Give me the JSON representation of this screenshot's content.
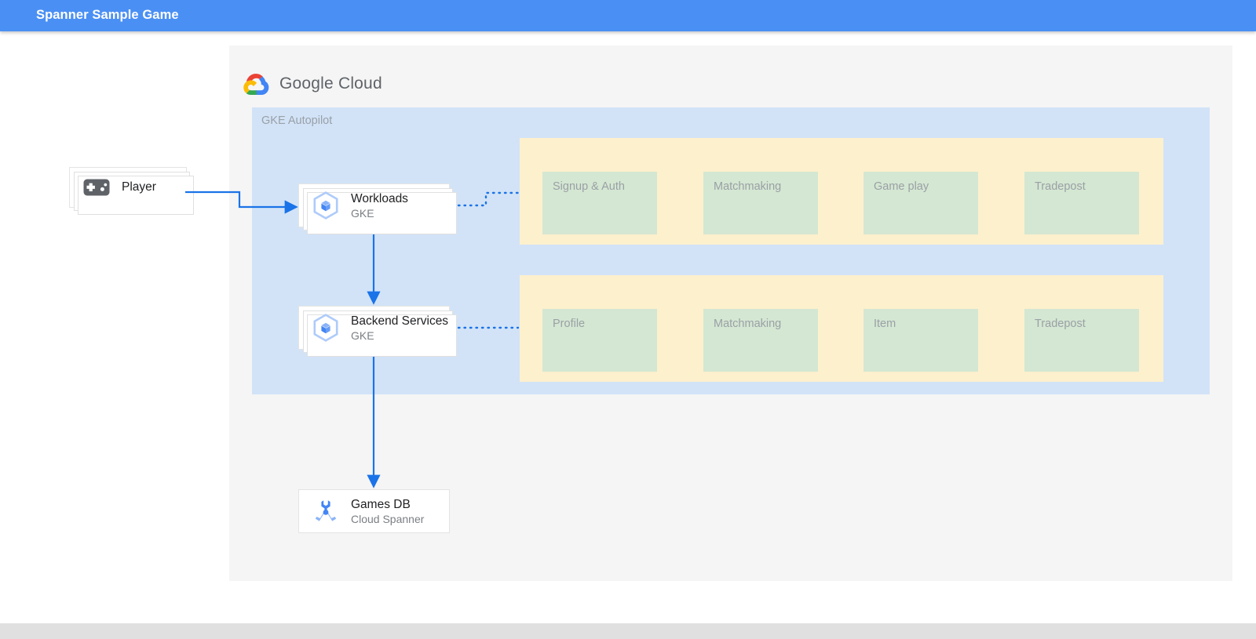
{
  "appbar": {
    "title": "Spanner Sample Game",
    "background_color": "#4a90f4",
    "text_color": "#ffffff"
  },
  "branding": {
    "logo_icon": "google-cloud-logo-icon",
    "logo_text": "Google Cloud"
  },
  "diagram": {
    "canvas_background": "#f5f5f5",
    "platform_group": {
      "label": "GKE Autopilot",
      "background_color": "#d2e3f8",
      "label_color": "#9aa0a6"
    },
    "service_groups": [
      {
        "background_color": "#fdf0cd",
        "services": [
          {
            "label": "Signup & Auth",
            "color": "#d4e7d2"
          },
          {
            "label": "Matchmaking",
            "color": "#d4e7d2"
          },
          {
            "label": "Game play",
            "color": "#d4e7d2"
          },
          {
            "label": "Tradepost",
            "color": "#d4e7d2"
          }
        ]
      },
      {
        "background_color": "#fdf0cd",
        "services": [
          {
            "label": "Profile",
            "color": "#d4e7d2"
          },
          {
            "label": "Matchmaking",
            "color": "#d4e7d2"
          },
          {
            "label": "Item",
            "color": "#d4e7d2"
          },
          {
            "label": "Tradepost",
            "color": "#d4e7d2"
          }
        ]
      }
    ],
    "nodes": {
      "player": {
        "title": "Player",
        "subtitle": "",
        "icon": "gamepad-icon"
      },
      "workloads": {
        "title": "Workloads",
        "subtitle": "GKE",
        "icon": "gke-hexagon-icon"
      },
      "backend_services": {
        "title": "Backend Services",
        "subtitle": "GKE",
        "icon": "gke-hexagon-icon"
      },
      "games_db": {
        "title": "Games DB",
        "subtitle": "Cloud Spanner",
        "icon": "cloud-spanner-icon"
      }
    },
    "connector_color": "#1a73e8",
    "connectors": [
      {
        "from": "player",
        "to": "workloads",
        "style": "solid-arrow"
      },
      {
        "from": "workloads",
        "to": "service_group_1",
        "style": "dotted"
      },
      {
        "from": "workloads",
        "to": "backend_services",
        "style": "solid-arrow"
      },
      {
        "from": "backend_services",
        "to": "service_group_2",
        "style": "dotted"
      },
      {
        "from": "backend_services",
        "to": "games_db",
        "style": "solid-arrow"
      }
    ]
  }
}
